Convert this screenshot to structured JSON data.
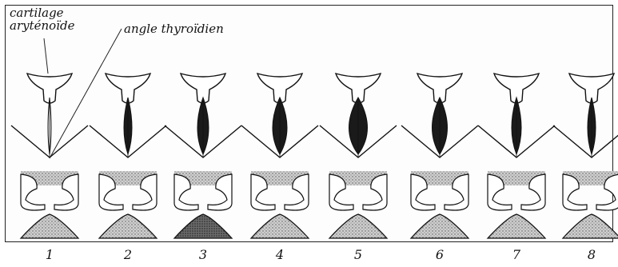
{
  "labels": {
    "cartilage": [
      "cartilage",
      "aryténoïde"
    ],
    "angle": "angle thyroïdien"
  },
  "panels": [
    {
      "number": "1"
    },
    {
      "number": "2"
    },
    {
      "number": "3"
    },
    {
      "number": "4"
    },
    {
      "number": "5"
    },
    {
      "number": "6"
    },
    {
      "number": "7"
    },
    {
      "number": "8"
    }
  ]
}
